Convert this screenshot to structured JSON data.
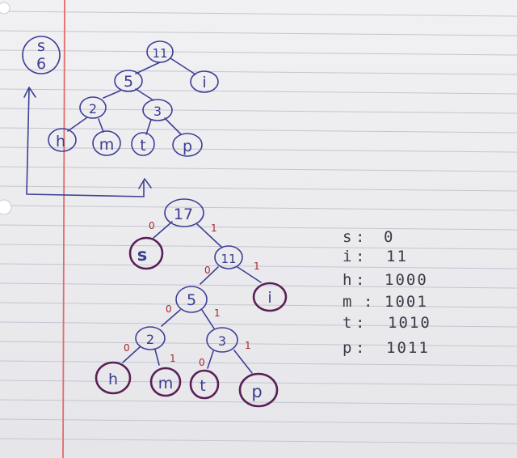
{
  "tree1": {
    "merged_node": {
      "top": "s",
      "bottom": "6"
    },
    "nodes": [
      {
        "id": "n11",
        "label": "11"
      },
      {
        "id": "n5",
        "label": "5"
      },
      {
        "id": "ni",
        "label": "i"
      },
      {
        "id": "n2",
        "label": "2"
      },
      {
        "id": "n3",
        "label": "3"
      },
      {
        "id": "nh",
        "label": "h"
      },
      {
        "id": "nm",
        "label": "m"
      },
      {
        "id": "nt",
        "label": "t"
      },
      {
        "id": "np",
        "label": "p"
      }
    ]
  },
  "tree2": {
    "nodes": [
      {
        "id": "n17",
        "label": "17"
      },
      {
        "id": "ns",
        "label": "s"
      },
      {
        "id": "n11",
        "label": "11"
      },
      {
        "id": "n5",
        "label": "5"
      },
      {
        "id": "ni",
        "label": "i"
      },
      {
        "id": "n2",
        "label": "2"
      },
      {
        "id": "n3",
        "label": "3"
      },
      {
        "id": "nh",
        "label": "h"
      },
      {
        "id": "nm",
        "label": "m"
      },
      {
        "id": "nt",
        "label": "t"
      },
      {
        "id": "np",
        "label": "p"
      }
    ],
    "edge_labels": [
      "0",
      "1",
      "0",
      "1",
      "0",
      "1",
      "0",
      "1",
      "0",
      "1"
    ]
  },
  "codes": [
    {
      "symbol": "s",
      "code": "0"
    },
    {
      "symbol": "i",
      "code": "11"
    },
    {
      "symbol": "h",
      "code": "1000"
    },
    {
      "symbol": "m",
      "code": "1001"
    },
    {
      "symbol": "t",
      "code": "1010"
    },
    {
      "symbol": "p",
      "code": "1011"
    }
  ],
  "colors": {
    "ink": "#3d3f95",
    "leaf_highlight": "#5a1f55",
    "edge_label": "#a8262a",
    "margin_line": "#e36a6a",
    "rule_line": "#c3c6cf"
  }
}
